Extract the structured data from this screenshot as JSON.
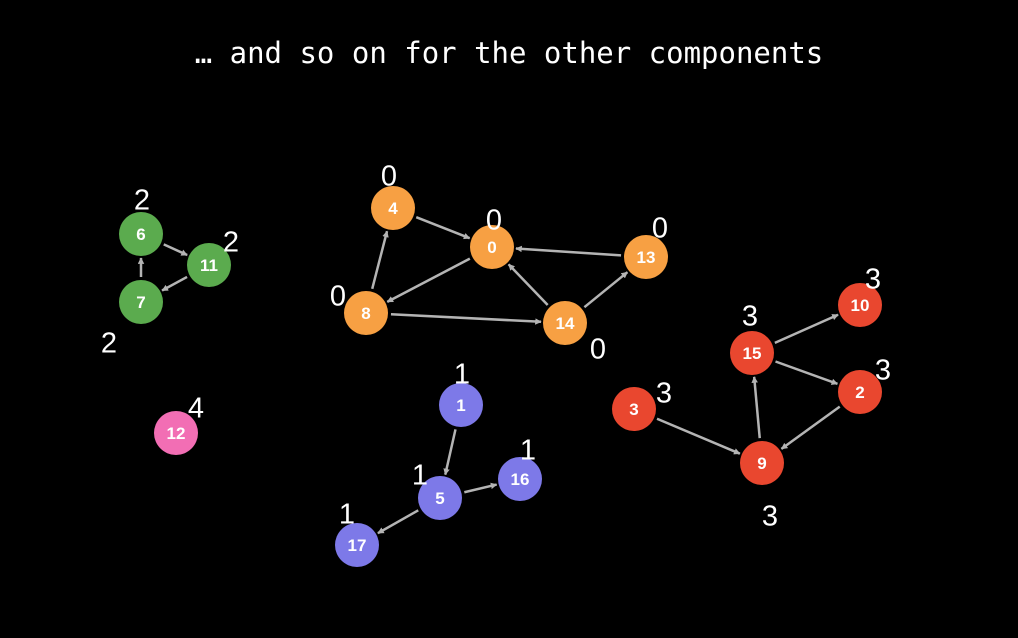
{
  "title": "… and so on for the other components",
  "colors": {
    "green": "#5bab4e",
    "orange": "#f7a043",
    "purple": "#7d79e8",
    "red": "#e9472f",
    "pink": "#f26eb4",
    "edge": "#b4b4b4"
  },
  "nodes": [
    {
      "id": "6",
      "color": "green",
      "component": "2"
    },
    {
      "id": "11",
      "color": "green",
      "component": "2"
    },
    {
      "id": "7",
      "color": "green",
      "component": "2"
    },
    {
      "id": "12",
      "color": "pink",
      "component": "4"
    },
    {
      "id": "4",
      "color": "orange",
      "component": "0"
    },
    {
      "id": "0",
      "color": "orange",
      "component": "0"
    },
    {
      "id": "13",
      "color": "orange",
      "component": "0"
    },
    {
      "id": "8",
      "color": "orange",
      "component": "0"
    },
    {
      "id": "14",
      "color": "orange",
      "component": "0"
    },
    {
      "id": "1",
      "color": "purple",
      "component": "1"
    },
    {
      "id": "5",
      "color": "purple",
      "component": "1"
    },
    {
      "id": "16",
      "color": "purple",
      "component": "1"
    },
    {
      "id": "17",
      "color": "purple",
      "component": "1"
    },
    {
      "id": "10",
      "color": "red",
      "component": "3"
    },
    {
      "id": "15",
      "color": "red",
      "component": "3"
    },
    {
      "id": "2",
      "color": "red",
      "component": "3"
    },
    {
      "id": "3",
      "color": "red",
      "component": "3"
    },
    {
      "id": "9",
      "color": "red",
      "component": "3"
    }
  ],
  "edges": [
    {
      "from": "6",
      "to": "11"
    },
    {
      "from": "11",
      "to": "7"
    },
    {
      "from": "7",
      "to": "6"
    },
    {
      "from": "4",
      "to": "0"
    },
    {
      "from": "8",
      "to": "4"
    },
    {
      "from": "0",
      "to": "8"
    },
    {
      "from": "13",
      "to": "0"
    },
    {
      "from": "14",
      "to": "0"
    },
    {
      "from": "14",
      "to": "13"
    },
    {
      "from": "8",
      "to": "14"
    },
    {
      "from": "1",
      "to": "5"
    },
    {
      "from": "5",
      "to": "16"
    },
    {
      "from": "5",
      "to": "17"
    },
    {
      "from": "15",
      "to": "10"
    },
    {
      "from": "15",
      "to": "2"
    },
    {
      "from": "2",
      "to": "9"
    },
    {
      "from": "9",
      "to": "15"
    },
    {
      "from": "3",
      "to": "9"
    }
  ]
}
